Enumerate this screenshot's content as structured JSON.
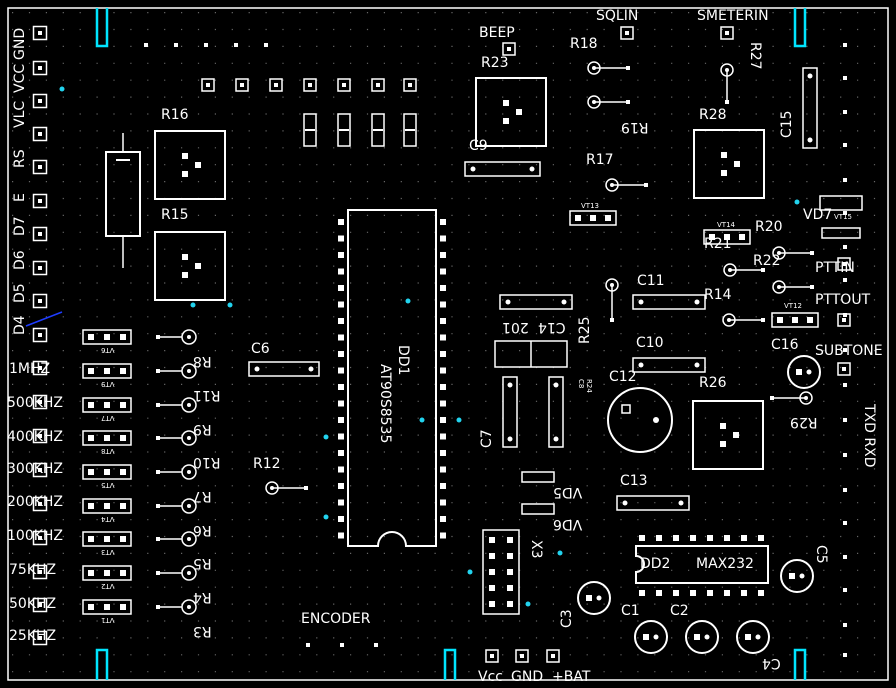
{
  "board": {
    "ic_main_ref": "DD1",
    "ic_main_part": "AT90S8535",
    "ic_rs232_ref": "DD2",
    "ic_rs232_part": "MAX232"
  },
  "lcd_header": [
    "GND",
    "VCC",
    "VLC",
    "RS",
    "E",
    "D7",
    "D6",
    "D5",
    "D4"
  ],
  "freq_bands": [
    "1MHZ",
    "500KHZ",
    "400KHZ",
    "300KHZ",
    "200KHZ",
    "100KHZ",
    "75KHZ",
    "50KHZ",
    "25KHZ"
  ],
  "band_resistors": [
    "R8",
    "R11",
    "R9",
    "R10",
    "R7",
    "R6",
    "R5",
    "R4",
    "R3"
  ],
  "band_transistors": [
    "VT6",
    "VT9",
    "VT7",
    "VT8",
    "VT5",
    "VT4",
    "VT3",
    "VT2",
    "VT1"
  ],
  "top_labels": {
    "beep": "BEEP",
    "sqlin": "SQLIN",
    "smeterin": "SMETERIN",
    "r18": "R18",
    "r19": "R19",
    "r27": "R27",
    "r23": "R23",
    "r28": "R28",
    "c15": "C15",
    "c9": "C9",
    "r17": "R17",
    "vt13": "VT13",
    "vt14": "VT14",
    "vt15": "VT15",
    "vd7": "VD7"
  },
  "left_labels": {
    "r16": "R16",
    "r15": "R15",
    "c6": "C6",
    "r12": "R12",
    "encoder": "ENCODER"
  },
  "mid_labels": {
    "c14": "C14",
    "c201": "201",
    "r25": "R25",
    "c11": "C11",
    "c10": "C10",
    "c12": "C12",
    "c7": "C7",
    "c8": "C8",
    "r24": "R24",
    "vd5": "VD5",
    "vd6": "VD6",
    "x3": "X3",
    "c13": "C13",
    "c3": "C3",
    "c1": "C1",
    "c2": "C2",
    "c4": "C4",
    "c5": "C5"
  },
  "right_labels": {
    "r20": "R20",
    "r21": "R21",
    "r22": "R22",
    "r14": "R14",
    "vt12": "VT12",
    "pttin": "PTTIN",
    "pttout": "PTTOUT",
    "c16": "C16",
    "subtone": "SUBTONE",
    "r26": "R26",
    "r29": "R29",
    "txd_rxd": "TXD RXD"
  },
  "power_labels": {
    "vcc": "Vcc",
    "gnd": "GND",
    "bat": "+BAT"
  },
  "colors": {
    "background": "#000000",
    "silkscreen": "#ffffff",
    "mounting_mark": "#00e5ff",
    "via": "#22d3ee",
    "trace": "#1e3cff"
  }
}
